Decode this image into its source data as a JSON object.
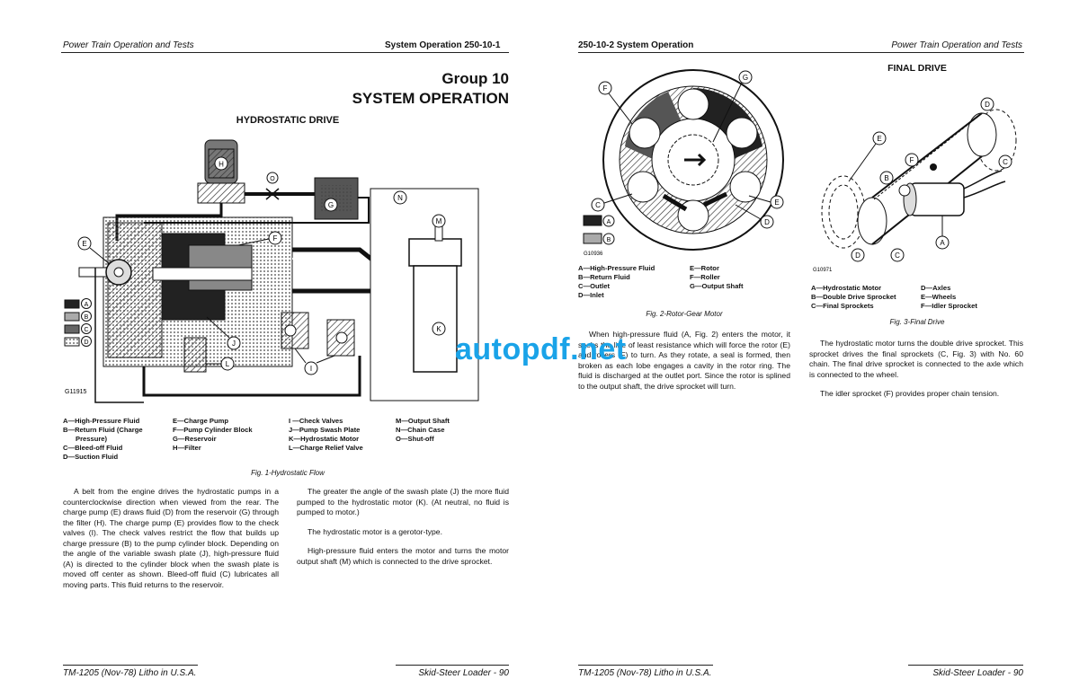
{
  "left_page": {
    "header_left": "Power Train Operation and Tests",
    "header_right": "System Operation   250-10-1",
    "group_title": "Group 10",
    "section_title": "SYSTEM OPERATION",
    "subsection_title": "HYDROSTATIC DRIVE",
    "figure_code": "G11915",
    "diagram_letters": [
      "A",
      "B",
      "C",
      "D",
      "E",
      "F",
      "G",
      "H",
      "I",
      "J",
      "K",
      "L",
      "M",
      "N",
      "O"
    ],
    "legend_col1": [
      "A—High-Pressure Fluid",
      "B—Return Fluid (Charge",
      "Pressure)",
      "C—Bleed-off Fluid",
      "D—Suction Fluid"
    ],
    "legend_col2": [
      "E—Charge Pump",
      "F—Pump Cylinder Block",
      "G—Reservoir",
      "H—Filter"
    ],
    "legend_col3": [
      "I —Check Valves",
      "J—Pump Swash Plate",
      "K—Hydrostatic Motor",
      "L—Charge Relief Valve"
    ],
    "legend_col4": [
      "M—Output Shaft",
      "N—Chain Case",
      "O—Shut-off"
    ],
    "figure_caption": "Fig. 1-Hydrostatic Flow",
    "body_col1": [
      "A belt from the engine drives the hydrostatic pumps in a counterclockwise direction when viewed from the rear. The charge pump (E) draws fluid (D) from the reservoir (G) through the filter (H). The charge pump (E) provides flow to the check valves (I). The check valves restrict the flow that builds up charge pressure (B) to the pump cylinder block. Depending on the angle of the variable swash plate (J), high-pressure fluid (A) is directed to the cylinder block when the swash plate is moved off center as shown. Bleed-off fluid (C) lubricates all moving parts. This fluid returns to the reservoir."
    ],
    "body_col2": [
      "The greater the angle of the swash plate (J) the more fluid pumped to the hydrostatic motor (K). (At neutral, no fluid is pumped to motor.)",
      "The hydrostatic motor is a gerotor-type.",
      "High-pressure fluid enters the motor and turns the motor output shaft (M) which is connected to the drive sprocket."
    ],
    "footer_left": "TM-1205 (Nov-78) Litho in U.S.A.",
    "footer_right": "Skid-Steer Loader - 90"
  },
  "right_page": {
    "header_left": "250-10-2   System Operation",
    "header_right": "Power Train Operation and Tests",
    "fig2_code": "G10936",
    "fig2_letters": [
      "A",
      "B",
      "C",
      "D",
      "E",
      "F",
      "G"
    ],
    "fig2_legend_col1": [
      "A—High-Pressure Fluid",
      "B—Return Fluid",
      "C—Outlet",
      "D—Inlet"
    ],
    "fig2_legend_col2": [
      "E—Rotor",
      "F—Roller",
      "G—Output Shaft"
    ],
    "fig2_caption": "Fig. 2-Rotor-Gear Motor",
    "fig2_body": "When high-pressure fluid (A, Fig. 2) enters the motor, it seeks the line of least resistance which will force the rotor (E) and rollers (F) to turn. As they rotate, a seal is formed, then broken as each lobe engages a cavity in the rotor ring. The fluid is discharged at the outlet port. Since the rotor is splined to the output shaft, the drive sprocket will turn.",
    "fig3_title": "FINAL DRIVE",
    "fig3_code": "G10971",
    "fig3_letters": [
      "A",
      "B",
      "C",
      "D",
      "E",
      "F"
    ],
    "fig3_legend_col1": [
      "A—Hydrostatic Motor",
      "B—Double Drive Sprocket",
      "C—Final Sprockets"
    ],
    "fig3_legend_col2": [
      "D—Axles",
      "E—Wheels",
      "F—Idler Sprocket"
    ],
    "fig3_caption": "Fig. 3-Final Drive",
    "fig3_body": [
      "The hydrostatic motor turns the double drive sprocket. This sprocket drives the final sprockets (C, Fig. 3) with No. 60 chain. The final drive sprocket is connected to the axle which is connected to the wheel.",
      "The idler sprocket (F) provides proper chain tension."
    ],
    "footer_left": "TM-1205 (Nov-78) Litho in U.S.A.",
    "footer_right": "Skid-Steer Loader - 90"
  },
  "watermark": "autopdf.net",
  "colors": {
    "ink": "#111111",
    "watermark": "#1aa3e8",
    "pressure_fill": "#333333",
    "return_fill": "#aaaaaa"
  }
}
